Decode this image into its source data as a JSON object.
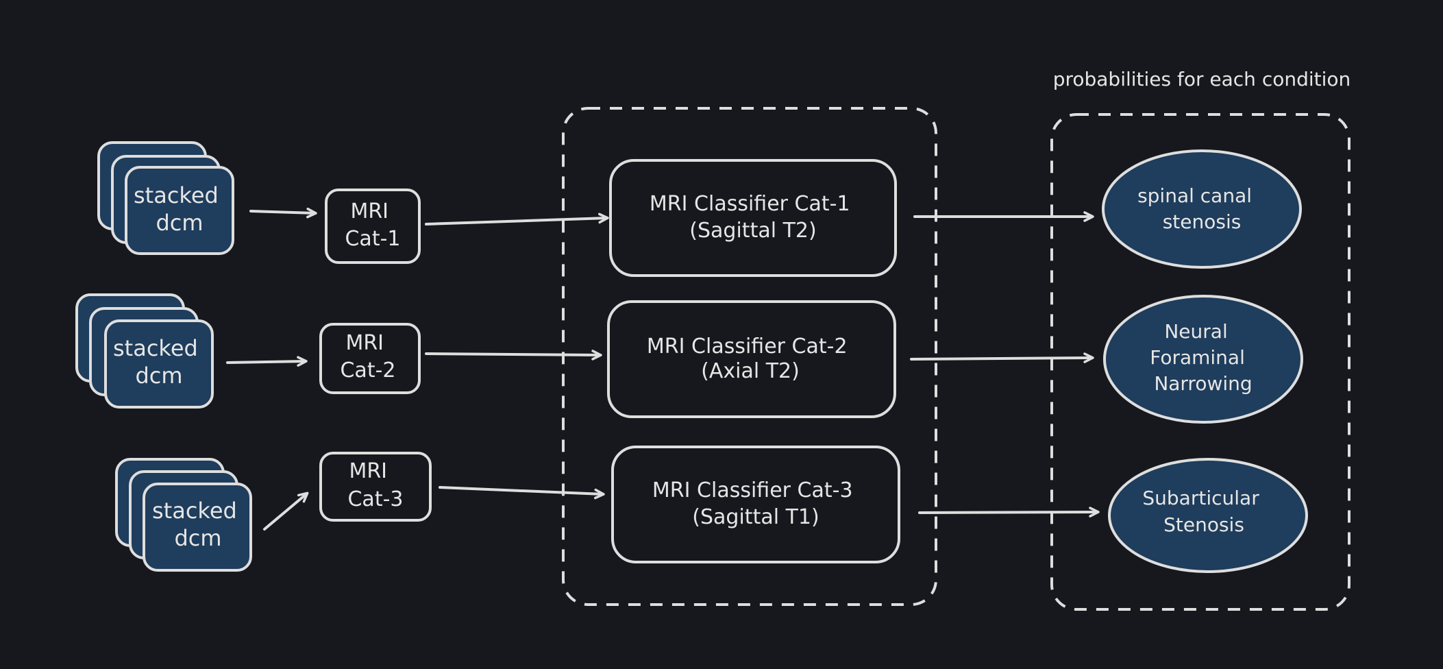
{
  "colors": {
    "background": "#16181d",
    "stroke": "#dedede",
    "node_fill": "#1f3d5c",
    "text": "#e6e6e6"
  },
  "inputs": [
    {
      "label_lines": [
        "stacked",
        "dcm"
      ]
    },
    {
      "label_lines": [
        "stacked",
        "dcm"
      ]
    },
    {
      "label_lines": [
        "stacked",
        "dcm"
      ]
    }
  ],
  "mri_categories": [
    {
      "label_lines": [
        "MRI",
        "Cat-1"
      ]
    },
    {
      "label_lines": [
        "MRI",
        "Cat-2"
      ]
    },
    {
      "label_lines": [
        "MRI",
        "Cat-3"
      ]
    }
  ],
  "classifiers": [
    {
      "label_lines": [
        "MRI Classifier Cat-1",
        "(Sagittal T2)"
      ]
    },
    {
      "label_lines": [
        "MRI Classifier Cat-2",
        "(Axial T2)"
      ]
    },
    {
      "label_lines": [
        "MRI Classifier Cat-3",
        "(Sagittal T1)"
      ]
    }
  ],
  "outputs_label": "probabilities for each condition",
  "conditions": [
    {
      "label_lines": [
        "spinal canal",
        "stenosis"
      ]
    },
    {
      "label_lines": [
        "Neural",
        "Foraminal",
        "Narrowing"
      ]
    },
    {
      "label_lines": [
        "Subarticular",
        "Stenosis"
      ]
    }
  ]
}
